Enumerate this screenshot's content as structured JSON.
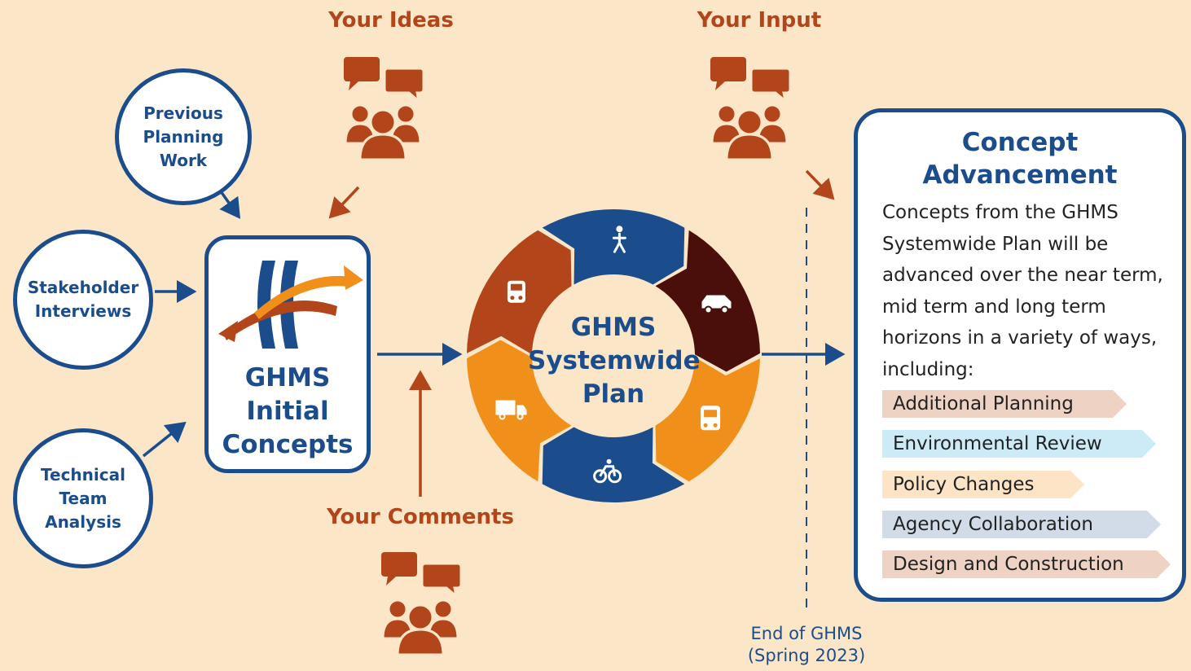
{
  "labels": {
    "your_ideas": "Your Ideas",
    "your_input": "Your Input",
    "your_comments": "Your Comments"
  },
  "sources": [
    {
      "key": "previous",
      "text": "Previous\nPlanning\nWork"
    },
    {
      "key": "stakeholder",
      "text": "Stakeholder\nInterviews"
    },
    {
      "key": "technical",
      "text": "Technical\nTeam\nAnalysis"
    }
  ],
  "initial_concepts": {
    "title": "GHMS\nInitial\nConcepts"
  },
  "systemwide_plan": {
    "title": "GHMS\nSystemwide\nPlan",
    "segments": [
      {
        "mode": "car-icon",
        "color": "#4a0f0a"
      },
      {
        "mode": "bus-icon",
        "color": "#f0901a"
      },
      {
        "mode": "bicycle-icon",
        "color": "#1b4d8c"
      },
      {
        "mode": "freight-truck-icon",
        "color": "#f0901a"
      },
      {
        "mode": "train-icon",
        "color": "#b2451a"
      },
      {
        "mode": "pedestrian-icon",
        "color": "#1b4d8c"
      }
    ]
  },
  "advancement": {
    "title": "Concept\nAdvancement",
    "description": "Concepts from the GHMS Systemwide Plan will be advanced over the near term, mid term and long term horizons in a variety of ways, including:",
    "items": [
      {
        "label": "Additional Planning",
        "color": "#eed3c5"
      },
      {
        "label": "Environmental Review",
        "color": "#cdeaf7"
      },
      {
        "label": "Policy Changes",
        "color": "#fde4c6"
      },
      {
        "label": "Agency Collaboration",
        "color": "#d1dce8"
      },
      {
        "label": "Design and Construction",
        "color": "#eed3c5"
      }
    ]
  },
  "end_marker": {
    "text": "End of GHMS\n(Spring 2023)"
  },
  "colors": {
    "background": "#fce6c8",
    "navy": "#1b4d8c",
    "rust": "#b2451a",
    "orange": "#f0901a"
  }
}
